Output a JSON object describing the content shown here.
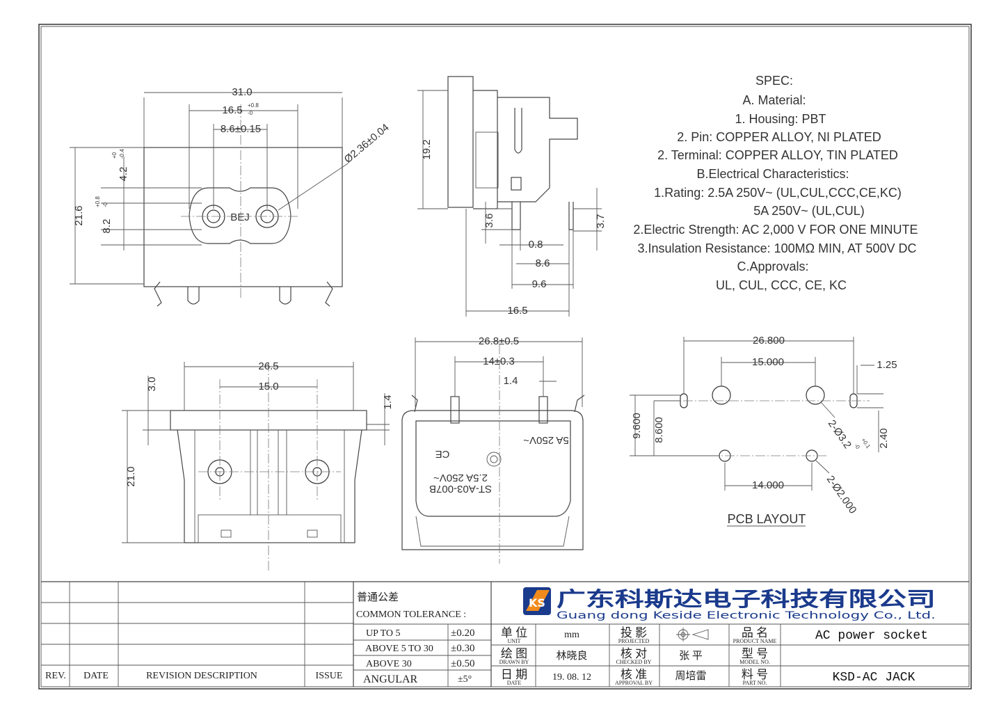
{
  "views": {
    "front": {
      "dim_width": "31.0",
      "dim_pin_span": "16.5",
      "dim_pin_span_tol_plus": "+0.8",
      "dim_pin_span_tol_minus": "-0",
      "dim_pin_pitch": "8.6±0.15",
      "dim_pin_dia": "Ø2.36±0.04",
      "dim_height": "21.6",
      "dim_upper": "4.2",
      "dim_upper_tol_plus": "+0",
      "dim_upper_tol_minus": "-0.4",
      "dim_lower": "8.2",
      "dim_lower_tol_plus": "+0.8",
      "dim_lower_tol_minus": "-0",
      "marking": "BEJ"
    },
    "side": {
      "dim_height": "19.2",
      "dim_36": "3.6",
      "dim_37": "3.7",
      "dim_08": "0.8",
      "dim_86": "8.6",
      "dim_96": "9.6",
      "dim_165": "16.5"
    },
    "top": {
      "dim_width": "26.5",
      "dim_pitch": "15.0",
      "dim_30": "3.0",
      "dim_14": "1.4",
      "dim_height": "21.0"
    },
    "bottom": {
      "dim_width": "26.8±0.5",
      "dim_pitch": "14±0.3",
      "dim_14": "1.4",
      "label_model": "ST-A03-007B",
      "label_rating1": "2.5A 250V~",
      "label_rating2": "5A 250V~",
      "label_ce": "CE"
    },
    "pcb": {
      "dim_width": "26.800",
      "dim_pitch_top": "15.000",
      "dim_slot": "1.25",
      "dim_9600": "9.600",
      "dim_8600": "8.600",
      "dim_240": "2.40",
      "dim_hole_big": "2-Ø3.2",
      "dim_hole_big_tol_plus": "+0.1",
      "dim_hole_big_tol_minus": "-0",
      "dim_pitch_bottom": "14.000",
      "dim_hole_small": "2-Ø2.000",
      "title": "PCB LAYOUT"
    }
  },
  "spec": {
    "heading": "SPEC:",
    "lines": [
      "A. Material:",
      "1.  Housing: PBT",
      "2.  Pin: COPPER ALLOY, NI PLATED",
      "2.  Terminal: COPPER ALLOY, TIN PLATED",
      "B.Electrical Characteristics:",
      "1.Rating:  2.5A 250V~ (UL,CUL,CCC,CE,KC)",
      "5A 250V~ (UL,CUL)",
      "2.Electric Strength: AC 2,000 V FOR ONE MINUTE",
      "3.Insulation Resistance: 100MΩ MIN, AT 500V DC",
      "C.Approvals:",
      "UL, CUL, CCC, CE, KC"
    ]
  },
  "titleblock": {
    "rev_header": "REV.",
    "date_header": "DATE",
    "desc_header": "REVISION  DESCRIPTION",
    "issue_header": "ISSUE",
    "tolerance_cn": "普通公差",
    "tolerance_en": "COMMON TOLERANCE :",
    "tol_rows": [
      {
        "range": "UP TO 5",
        "value": "±0.20"
      },
      {
        "range": "ABOVE 5 TO 30",
        "value": "±0.30"
      },
      {
        "range": "ABOVE 30",
        "value": "±0.50"
      },
      {
        "range": "ANGULAR",
        "value": "±5°"
      }
    ],
    "company_cn": "广东科斯达电子科技有限公司",
    "company_en": "Guang dong Keside  Electronic Technology Co., Ltd.",
    "unit_cn": "单 位",
    "unit_en": "UNIT",
    "unit_value": "mm",
    "drawn_cn": "绘 图",
    "drawn_en": "DRAWN  BY",
    "drawn_value": "林晓良",
    "date_cn": "日 期",
    "date_en": "DATE",
    "date_value": "19. 08. 12",
    "projected_cn": "投 影",
    "projected_en": "PROJECTED",
    "checked_cn": "核 对",
    "checked_en": "CHECKED  BY",
    "checked_value": "张 平",
    "approval_cn": "核 准",
    "approval_en": "APPROVAL  BY",
    "approval_value": "周培雷",
    "product_cn": "品 名",
    "product_en": "PRODUCT  NAME",
    "product_value": "AC power socket",
    "model_cn": "型 号",
    "model_en": "MODEL  NO.",
    "model_value": "",
    "part_cn": "料 号",
    "part_en": "PART  NO.",
    "part_value": "KSD-AC JACK",
    "logo_letters": "KS",
    "brand_color": "#1a3a8c",
    "logo_accent": "#f08a1c"
  }
}
